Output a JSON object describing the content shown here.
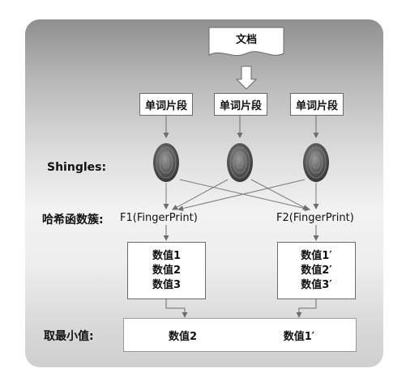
{
  "document": {
    "label": "文档"
  },
  "segments": [
    "单词片段",
    "单词片段",
    "单词片段"
  ],
  "rows": {
    "shingles": "Shingles:",
    "hash": "哈希函数簇:",
    "min": "取最小值:"
  },
  "functions": {
    "f1": "F1(FingerPrint)",
    "f2": "F2(FingerPrint)"
  },
  "values_f1": [
    "数值1",
    "数值2",
    "数值3"
  ],
  "values_f2": [
    "数值1′",
    "数值2′",
    "数值3′"
  ],
  "result": {
    "left": "数值2",
    "right": "数值1′"
  },
  "colors": {
    "panel_top": "#8f8f8f",
    "panel_mid": "#f2f2f2",
    "box_border": "#6a6a6a",
    "connector": "#777777"
  }
}
